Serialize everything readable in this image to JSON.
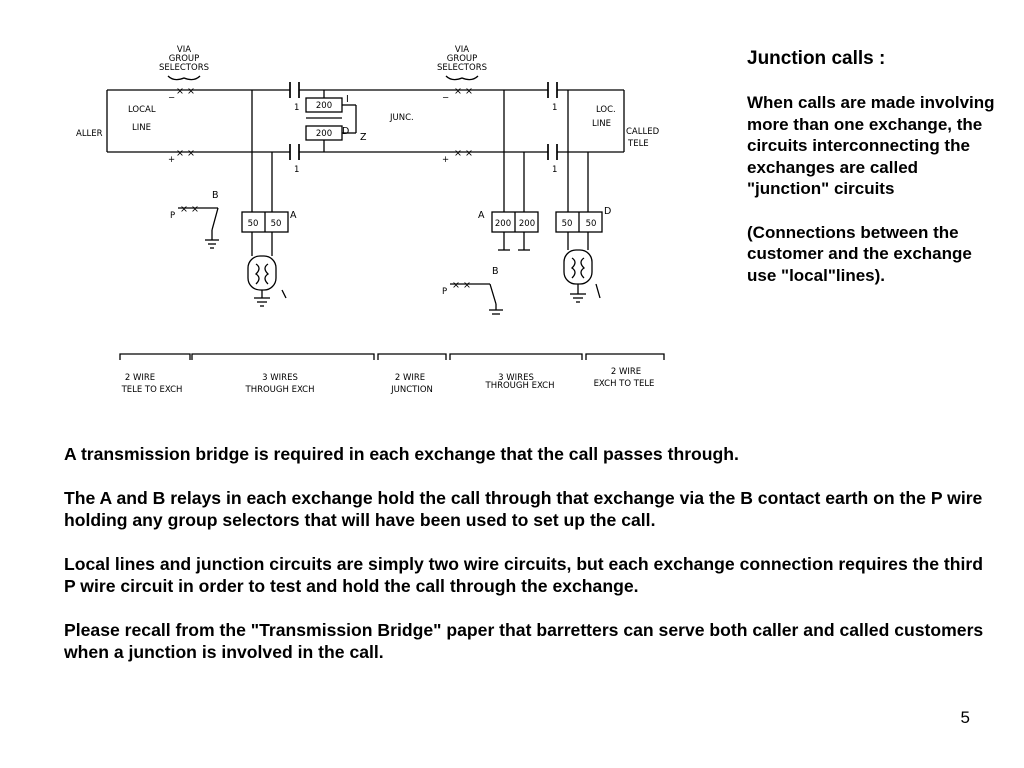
{
  "diagram": {
    "labels": {
      "via_group_selectors_left": [
        "VIA",
        "GROUP",
        "SELECTORS"
      ],
      "via_group_selectors_right": [
        "VIA",
        "GROUP",
        "SELECTORS"
      ],
      "local_line": [
        "LOCAL",
        "LINE"
      ],
      "caller": "ALLER",
      "junc": "JUNC.",
      "loc_line": [
        "LOC.",
        "LINE"
      ],
      "called_tele": [
        "CALLED",
        "TELE"
      ],
      "relay_i": "I",
      "relay_d_top": "D",
      "relay_z": "Z",
      "relay_a_left": "A",
      "relay_b_left": "B",
      "relay_a_right": "A",
      "relay_b_right": "B",
      "relay_d_right": "D",
      "p_left": "P",
      "p_right": "P",
      "plus": "+",
      "minus": "−",
      "val_200": "200",
      "val_50": "50",
      "cap_num": "1"
    },
    "segments": [
      [
        "2 WIRE",
        "TELE TO EXCH"
      ],
      [
        "3 WIRES",
        "THROUGH EXCH"
      ],
      [
        "2 WIRE",
        "JUNCTION"
      ],
      [
        "3 WIRES",
        "THROUGH EXCH"
      ],
      [
        "2 WIRE",
        "EXCH TO TELE"
      ]
    ]
  },
  "side": {
    "title": "Junction calls :",
    "para1": "When calls are made involving more than one exchange, the circuits interconnecting the exchanges are called \"junction\" circuits",
    "para2": "(Connections between the customer and the exchange use \"local\"lines)."
  },
  "main": {
    "p1": "A transmission bridge is required in each exchange that the call passes through.",
    "p2": "The A and B relays in each exchange hold the call through that exchange via the B contact earth on the P wire holding any group selectors that will have been used to set up the call.",
    "p3": "Local lines and junction circuits are simply two wire circuits, but each exchange connection requires the third P wire circuit in order to test and hold the call through the exchange.",
    "p4": "Please recall from the \"Transmission Bridge\" paper that barretters can serve both caller and called customers when a junction is involved in the call."
  },
  "page_number": "5"
}
